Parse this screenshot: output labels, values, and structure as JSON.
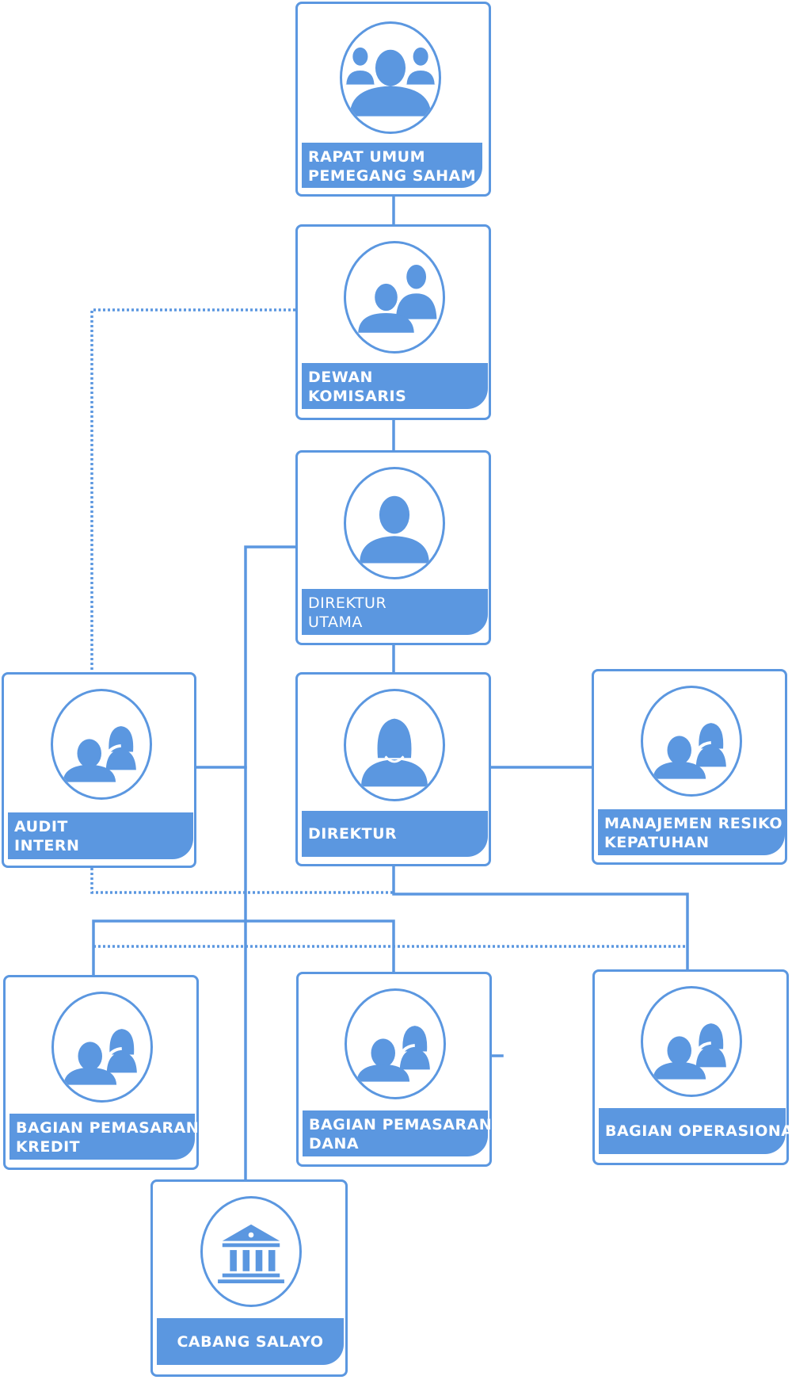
{
  "colors": {
    "accent": "#5b97e0",
    "background": "#ffffff",
    "label_text": "#ffffff"
  },
  "nodes": {
    "rups": {
      "label_lines": [
        "RAPAT UMUM",
        "PEMEGANG SAHAM"
      ],
      "icon": "group-icon"
    },
    "dewan_komisaris": {
      "label_lines": [
        "DEWAN",
        "KOMISARIS"
      ],
      "icon": "two-persons-icon"
    },
    "direktur_utama": {
      "label_lines": [
        "DIREKTUR",
        "UTAMA"
      ],
      "icon": "person-icon"
    },
    "direktur": {
      "label_lines": [
        "DIREKTUR"
      ],
      "icon": "female-person-icon"
    },
    "audit_intern": {
      "label_lines": [
        "AUDIT",
        "INTERN"
      ],
      "icon": "male-female-icon"
    },
    "manajemen_resiko": {
      "label_lines": [
        "MANAJEMEN RESIKO /",
        "KEPATUHAN"
      ],
      "icon": "male-female-icon"
    },
    "bagian_pemasaran_kredit": {
      "label_lines": [
        "BAGIAN PEMASARAN",
        "KREDIT"
      ],
      "icon": "male-female-icon"
    },
    "bagian_pemasaran_dana": {
      "label_lines": [
        "BAGIAN PEMASARAN",
        "DANA"
      ],
      "icon": "male-female-icon"
    },
    "bagian_operasional": {
      "label_lines": [
        "BAGIAN OPERASIONAL"
      ],
      "icon": "male-female-icon"
    },
    "cabang_salayo": {
      "label_lines": [
        "CABANG SALAYO"
      ],
      "icon": "bank-building-icon"
    }
  }
}
